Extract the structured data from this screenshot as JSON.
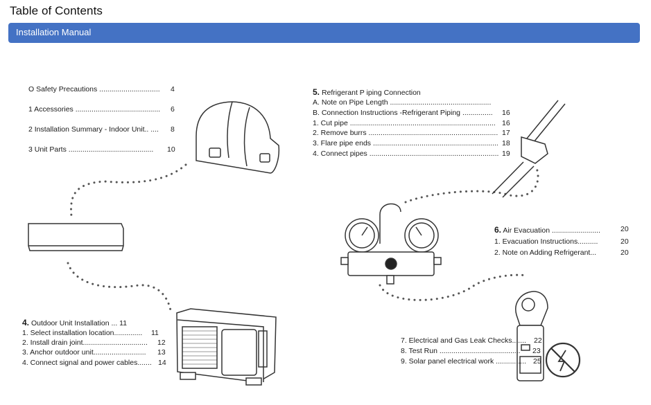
{
  "page": {
    "title": "Table of Contents",
    "banner": "Installation Manual"
  },
  "sections": {
    "s0": {
      "items": [
        {
          "label": "O Safety Precautions ..............................",
          "page": "4"
        },
        {
          "label": "1 Accessories ..........................................",
          "page": "6"
        },
        {
          "label": "2 Installation Summary - Indoor Unit.. ....",
          "page": "8"
        },
        {
          "label": "3 Unit Parts ..........................................",
          "page": "10"
        }
      ]
    },
    "s5": {
      "heading_num": "5.",
      "heading_text": "Refrigerant P iping Connection",
      "items": [
        {
          "label": "A. Note on Pipe Length ..................................................",
          "page": ""
        },
        {
          "label": "B. Connection Instructions -Refrigerant Piping ...............",
          "page": "16"
        },
        {
          "label": "1. Cut pipe ........................................................................",
          "page": "16"
        },
        {
          "label": "2. Remove burrs ................................................................",
          "page": "17"
        },
        {
          "label": "3. Flare pipe ends ..............................................................",
          "page": "18"
        },
        {
          "label": "4. Connect pipes ................................................................",
          "page": "19"
        }
      ]
    },
    "s6": {
      "heading_num": "6.",
      "heading_text": "Air Evacuation ........................",
      "heading_page": "20",
      "items": [
        {
          "label": "1. Evacuation Instructions..........",
          "page": "20"
        },
        {
          "label": "2. Note on Adding Refrigerant...",
          "page": "20"
        }
      ]
    },
    "s4": {
      "heading_num": "4.",
      "heading_text": "Outdoor Unit Installation ... 11",
      "items": [
        {
          "label": "1. Select installation location..............",
          "page": "11"
        },
        {
          "label": "2. Install drain joint................................",
          "page": "12"
        },
        {
          "label": "3. Anchor outdoor unit..........................",
          "page": "13"
        },
        {
          "label": "4. Connect signal and power cables.......",
          "page": "14"
        }
      ]
    },
    "s7": {
      "items": [
        {
          "label": "7. Electrical and Gas Leak Checks.......",
          "page": "22"
        },
        {
          "label": "8. Test Run ........................................",
          "page": "23"
        },
        {
          "label": "9. Solar panel electrical work ...............",
          "page": "25"
        }
      ]
    }
  },
  "icons": [
    "hard-hat-icon",
    "indoor-ac-unit-icon",
    "outdoor-ac-unit-icon",
    "manifold-gauge-icon",
    "copper-pipe-icon",
    "clamp-meter-icon",
    "no-electricity-icon"
  ],
  "colors": {
    "banner": "#4472c4",
    "text": "#1a1a1a",
    "dots": "#555555"
  }
}
